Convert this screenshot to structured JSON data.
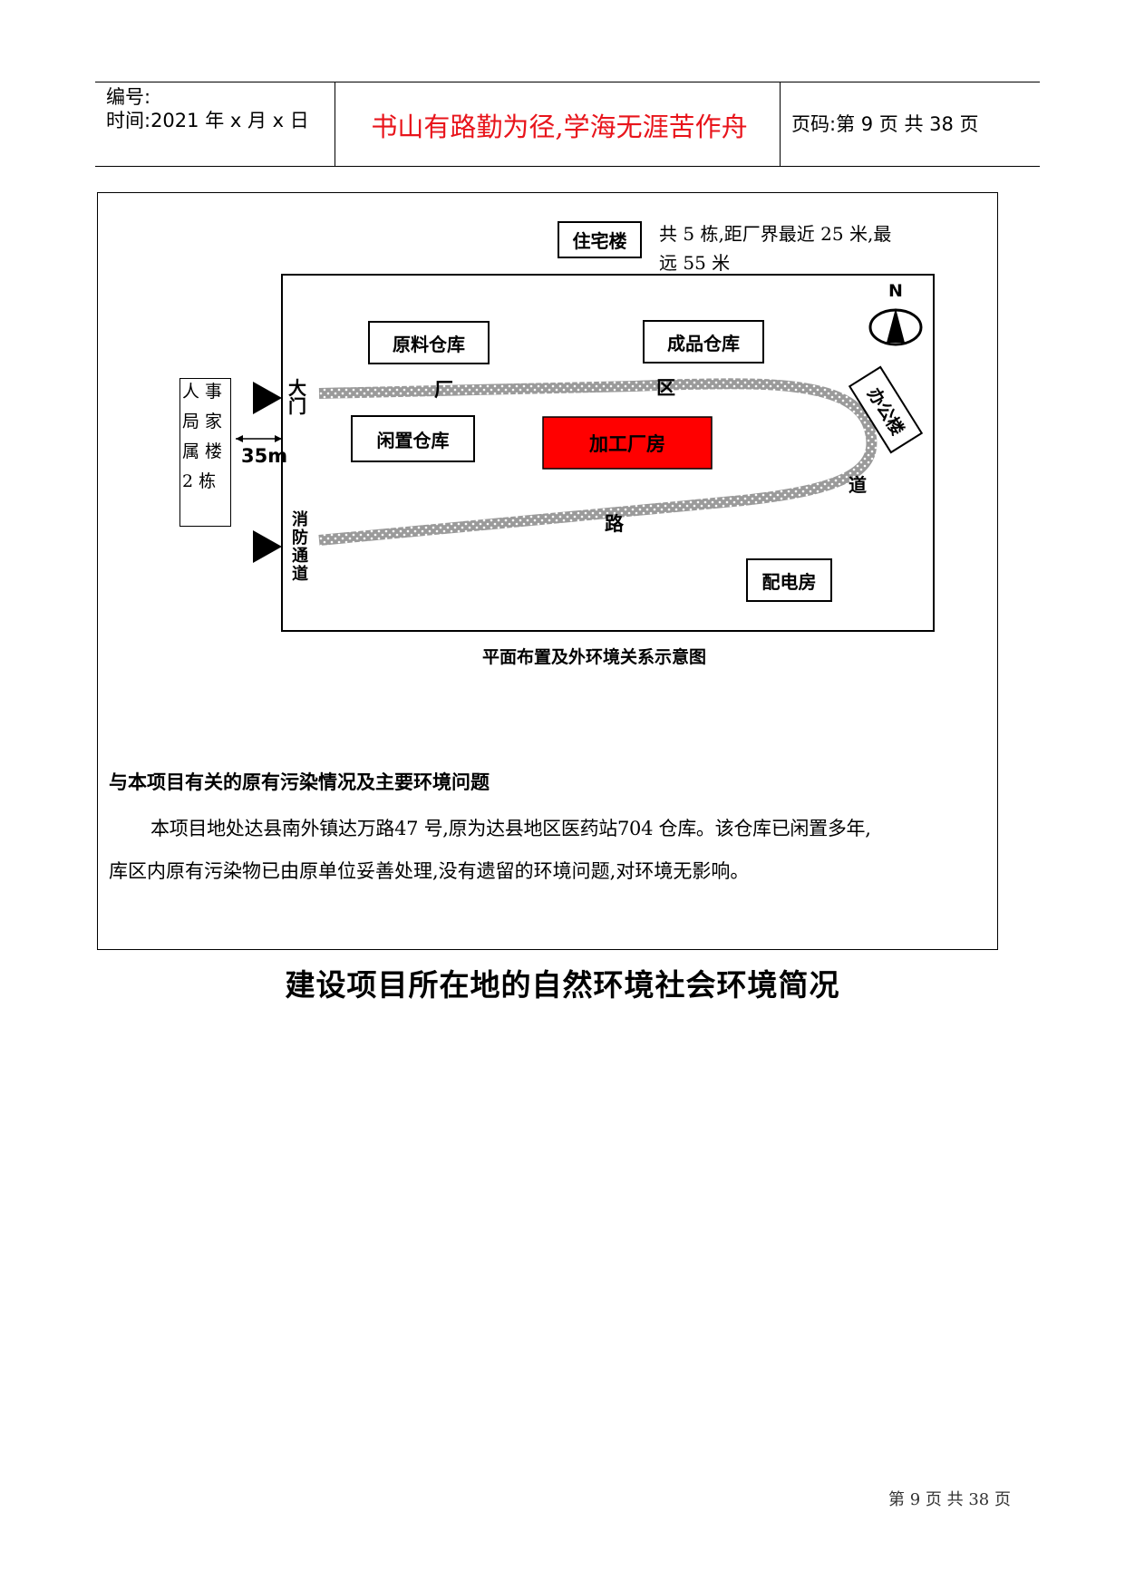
{
  "header": {
    "number_label": "编号:",
    "time_label": "时间:2021 年 x 月 x 日",
    "motto": "书山有路勤为径,学海无涯苦作舟",
    "page_label": "页码:第 9 页  共 38 页"
  },
  "diagram": {
    "residential_label": "住宅楼",
    "residential_note_line1": "共 5 栋,距厂界最近 25 米,最",
    "residential_note_line2": "远 55 米",
    "compass_label": "N",
    "raw_warehouse": "原料仓库",
    "finished_warehouse": "成品仓库",
    "idle_warehouse": "闲置仓库",
    "processing_plant": "加工厂房",
    "power_room": "配电房",
    "office_building": "办公楼",
    "main_gate": "大门",
    "fire_passage": "消防通道",
    "distance_label": "35m",
    "neighbor_line1": "人 事",
    "neighbor_line2": "局 家",
    "neighbor_line3": "属 楼",
    "neighbor_line4": "2 栋",
    "road_char_1": "厂",
    "road_char_2": "区",
    "road_char_3": "道",
    "road_char_4": "路",
    "caption": "平面布置及外环境关系示意图"
  },
  "section": {
    "heading": "与本项目有关的原有污染情况及主要环境问题",
    "line1": "本项目地处达县南外镇达万路47 号,原为达县地区医药站704 仓库。该仓库已闲置多年,",
    "line2": "库区内原有污染物已由原单位妥善处理,没有遗留的环境问题,对环境无影响。"
  },
  "title": "建设项目所在地的自然环境社会环境简况",
  "footer": "第 9 页 共 38 页",
  "colors": {
    "motto": "#e8141b",
    "plant_fill": "#ff0000",
    "road": "#8a8a8a"
  }
}
